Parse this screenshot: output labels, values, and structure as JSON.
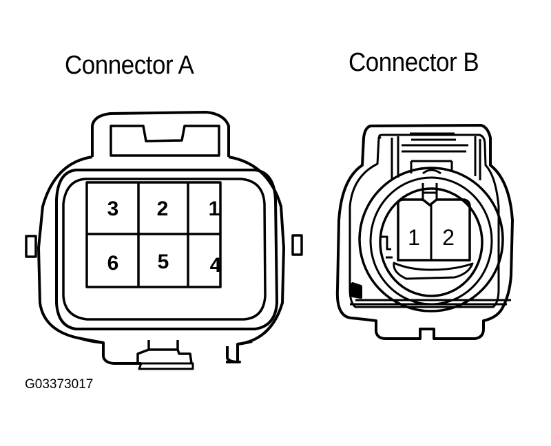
{
  "diagram": {
    "connector_a": {
      "title": "Connector A",
      "pins": [
        {
          "row": 1,
          "col": 1,
          "label": "3"
        },
        {
          "row": 1,
          "col": 2,
          "label": "2"
        },
        {
          "row": 1,
          "col": 3,
          "label": "1"
        },
        {
          "row": 2,
          "col": 1,
          "label": "6"
        },
        {
          "row": 2,
          "col": 2,
          "label": "5"
        },
        {
          "row": 2,
          "col": 3,
          "label": "4"
        }
      ]
    },
    "connector_b": {
      "title": "Connector B",
      "pins": [
        {
          "label": "1"
        },
        {
          "label": "2"
        }
      ]
    },
    "figure_code": "G03373017",
    "colors": {
      "line": "#000000",
      "background": "#ffffff"
    }
  }
}
